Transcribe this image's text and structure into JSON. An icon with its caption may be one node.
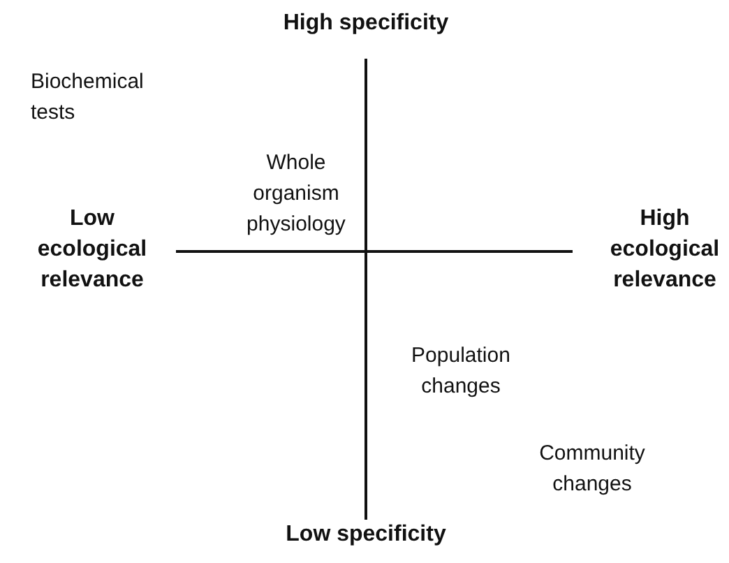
{
  "diagram": {
    "labels": [
      "High specificity",
      "Biochemical tests",
      "Whole organism physiology",
      "Low ecological relevance",
      "High ecological relevance",
      "Population changes",
      "Community changes",
      "Low specificity"
    ]
  }
}
